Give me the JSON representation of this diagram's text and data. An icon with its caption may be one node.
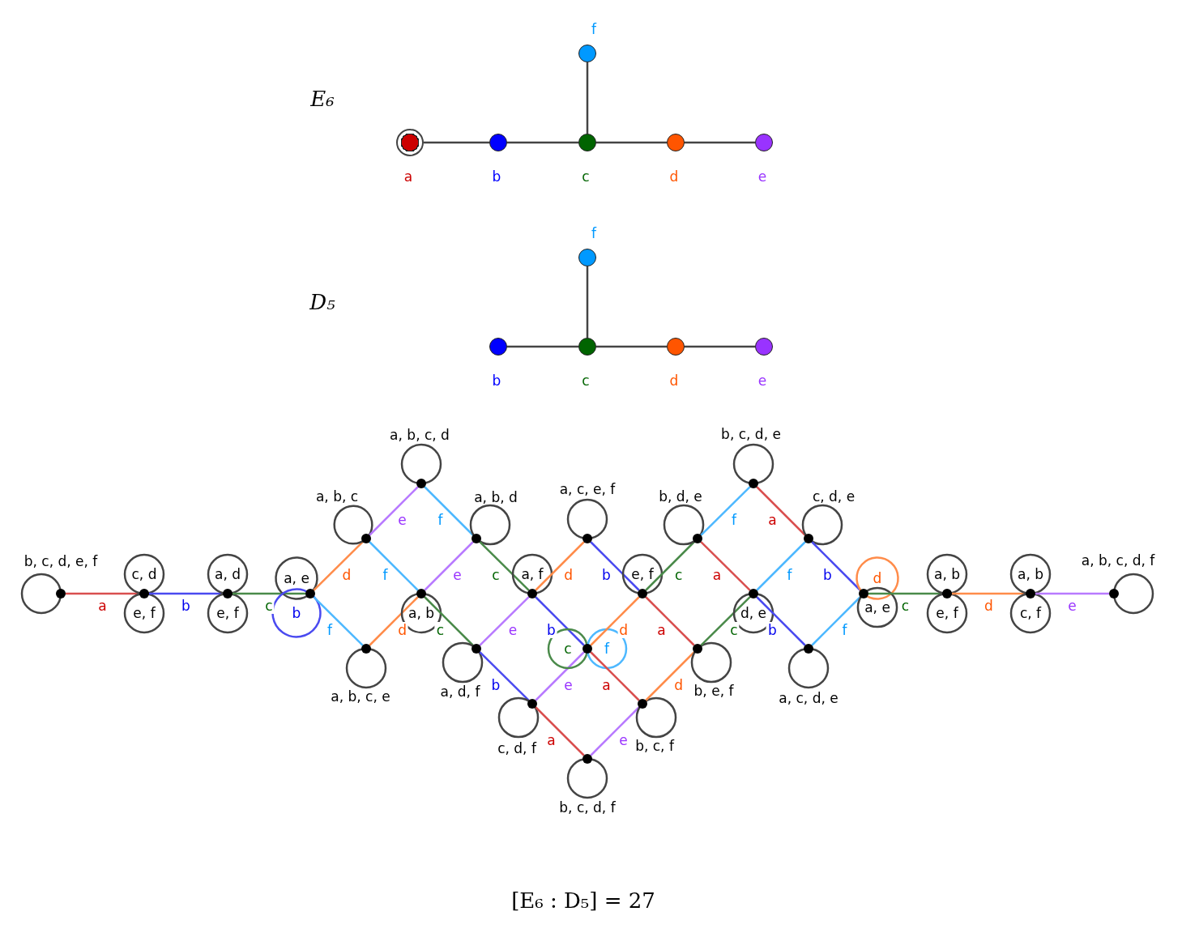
{
  "diagram": {
    "caption": "[E₆ : D₅] = 27",
    "nodes": [
      {
        "text": [],
        "shape": "circle",
        "beside": [
          "f"
        ]
      },
      {
        "text": [],
        "shape": "doublecircle",
        "beside": [
          "a"
        ]
      },
      {
        "text": [],
        "shape": "circle",
        "beside": [
          "b"
        ]
      },
      {
        "text": [],
        "shape": "circle",
        "beside": [
          "c"
        ]
      },
      {
        "text": [],
        "shape": "circle",
        "beside": [
          "d"
        ]
      },
      {
        "text": [],
        "shape": "circle",
        "beside": [
          "e"
        ]
      },
      {
        "text": [],
        "shape": "circle",
        "beside": [
          "f"
        ]
      },
      {
        "text": [],
        "shape": "circle",
        "beside": [
          "b"
        ]
      },
      {
        "text": [],
        "shape": "circle",
        "beside": [
          "c"
        ]
      },
      {
        "text": [],
        "shape": "circle",
        "beside": [
          "d"
        ]
      },
      {
        "text": [],
        "shape": "circle",
        "beside": [
          "e"
        ]
      },
      {
        "text": [],
        "shape": "dot"
      },
      {
        "text": [],
        "shape": "dot"
      },
      {
        "text": [],
        "shape": "dot"
      },
      {
        "text": [],
        "shape": "dot"
      },
      {
        "text": [],
        "shape": "dot"
      },
      {
        "text": [],
        "shape": "dot"
      },
      {
        "text": [],
        "shape": "dot"
      },
      {
        "text": [],
        "shape": "dot"
      },
      {
        "text": [],
        "shape": "dot"
      },
      {
        "text": [],
        "shape": "dot"
      },
      {
        "text": [],
        "shape": "dot"
      },
      {
        "text": [],
        "shape": "dot"
      },
      {
        "text": [],
        "shape": "dot"
      },
      {
        "text": [],
        "shape": "dot"
      },
      {
        "text": [],
        "shape": "dot"
      },
      {
        "text": [],
        "shape": "dot"
      },
      {
        "text": [],
        "shape": "dot"
      },
      {
        "text": [],
        "shape": "dot"
      },
      {
        "text": [],
        "shape": "dot"
      },
      {
        "text": [],
        "shape": "dot"
      },
      {
        "text": [],
        "shape": "dot"
      },
      {
        "text": [],
        "shape": "dot"
      },
      {
        "text": [],
        "shape": "dot"
      },
      {
        "text": [],
        "shape": "dot"
      },
      {
        "text": [],
        "shape": "dot"
      },
      {
        "text": [],
        "shape": "dot"
      },
      {
        "text": [],
        "shape": "dot"
      }
    ],
    "edges": [
      {
        "from": 1,
        "to": 2,
        "arrow": "none"
      },
      {
        "from": 2,
        "to": 3,
        "arrow": "none"
      },
      {
        "from": 3,
        "to": 4,
        "arrow": "none"
      },
      {
        "from": 4,
        "to": 5,
        "arrow": "none"
      },
      {
        "from": 3,
        "to": 0,
        "arrow": "none"
      },
      {
        "from": 7,
        "to": 8,
        "arrow": "none"
      },
      {
        "from": 8,
        "to": 9,
        "arrow": "none"
      },
      {
        "from": 9,
        "to": 10,
        "arrow": "none"
      },
      {
        "from": 8,
        "to": 6,
        "arrow": "none"
      },
      {
        "from": 11,
        "to": 11,
        "arrow": "none",
        "label": "b, c, d, e, f"
      },
      {
        "from": 11,
        "to": 12,
        "arrow": "none",
        "label": "a",
        "color": "#d94f4f"
      },
      {
        "from": 12,
        "to": 12,
        "arrow": "none",
        "label": "c, d"
      },
      {
        "from": 12,
        "to": 12,
        "arrow": "none",
        "label": "e, f"
      },
      {
        "from": 12,
        "to": 13,
        "arrow": "none",
        "label": "b",
        "color": "#4a4af0"
      },
      {
        "from": 13,
        "to": 13,
        "arrow": "none",
        "label": "a, d"
      },
      {
        "from": 13,
        "to": 13,
        "arrow": "none",
        "label": "e, f"
      },
      {
        "from": 13,
        "to": 14,
        "arrow": "none",
        "label": "c",
        "color": "#4a8a4a"
      },
      {
        "from": 14,
        "to": 14,
        "arrow": "none",
        "label": "a, e"
      },
      {
        "from": 14,
        "to": 14,
        "arrow": "none",
        "label": "b",
        "color": "#4a4af0"
      },
      {
        "from": 14,
        "to": 15,
        "arrow": "none",
        "label": "d",
        "color": "#ff8c4a"
      },
      {
        "from": 14,
        "to": 16,
        "arrow": "none",
        "label": "f",
        "color": "#4db8ff"
      },
      {
        "from": 15,
        "to": 15,
        "arrow": "none",
        "label": "a, b, c"
      },
      {
        "from": 15,
        "to": 17,
        "arrow": "none",
        "label": "e",
        "color": "#b87aff"
      },
      {
        "from": 15,
        "to": 18,
        "arrow": "none",
        "label": "f",
        "color": "#4db8ff"
      },
      {
        "from": 16,
        "to": 16,
        "arrow": "none",
        "label": "a, b, c, e"
      },
      {
        "from": 16,
        "to": 18,
        "arrow": "none",
        "label": "d",
        "color": "#ff8c4a"
      },
      {
        "from": 17,
        "to": 17,
        "arrow": "none",
        "label": "a, b, c, d"
      },
      {
        "from": 17,
        "to": 19,
        "arrow": "none",
        "label": "f",
        "color": "#4db8ff"
      },
      {
        "from": 18,
        "to": 18,
        "arrow": "none",
        "label": "a, b"
      },
      {
        "from": 18,
        "to": 19,
        "arrow": "none",
        "label": "e",
        "color": "#b87aff"
      },
      {
        "from": 18,
        "to": 20,
        "arrow": "none",
        "label": "c",
        "color": "#4a8a4a"
      },
      {
        "from": 19,
        "to": 19,
        "arrow": "none",
        "label": "a, b, d"
      },
      {
        "from": 19,
        "to": 21,
        "arrow": "none",
        "label": "c",
        "color": "#4a8a4a"
      },
      {
        "from": 20,
        "to": 20,
        "arrow": "none",
        "label": "a, d, f"
      },
      {
        "from": 20,
        "to": 21,
        "arrow": "none",
        "label": "e",
        "color": "#b87aff"
      },
      {
        "from": 20,
        "to": 22,
        "arrow": "none",
        "label": "b",
        "color": "#4a4af0"
      },
      {
        "from": 21,
        "to": 21,
        "arrow": "none",
        "label": "a, f"
      },
      {
        "from": 21,
        "to": 23,
        "arrow": "none",
        "label": "d",
        "color": "#ff8c4a"
      },
      {
        "from": 21,
        "to": 24,
        "arrow": "none",
        "label": "b",
        "color": "#4a4af0"
      },
      {
        "from": 22,
        "to": 22,
        "arrow": "none",
        "label": "c, d, f"
      },
      {
        "from": 22,
        "to": 24,
        "arrow": "none",
        "label": "e",
        "color": "#b87aff"
      },
      {
        "from": 22,
        "to": 25,
        "arrow": "none",
        "label": "a",
        "color": "#d94f4f"
      },
      {
        "from": 23,
        "to": 23,
        "arrow": "none",
        "label": "a, c, e, f"
      },
      {
        "from": 23,
        "to": 26,
        "arrow": "none",
        "label": "b",
        "color": "#4a4af0"
      },
      {
        "from": 24,
        "to": 24,
        "arrow": "none",
        "label": "c",
        "color": "#4a8a4a"
      },
      {
        "from": 24,
        "to": 24,
        "arrow": "none",
        "label": "f",
        "color": "#4db8ff"
      },
      {
        "from": 24,
        "to": 26,
        "arrow": "none",
        "label": "d",
        "color": "#ff8c4a"
      },
      {
        "from": 24,
        "to": 27,
        "arrow": "none",
        "label": "a",
        "color": "#d94f4f"
      },
      {
        "from": 25,
        "to": 25,
        "arrow": "none",
        "label": "b, c, d, f"
      },
      {
        "from": 25,
        "to": 27,
        "arrow": "none",
        "label": "e",
        "color": "#b87aff"
      },
      {
        "from": 26,
        "to": 26,
        "arrow": "none",
        "label": "e, f"
      },
      {
        "from": 26,
        "to": 28,
        "arrow": "none",
        "label": "c",
        "color": "#4a8a4a"
      },
      {
        "from": 26,
        "to": 29,
        "arrow": "none",
        "label": "a",
        "color": "#d94f4f"
      },
      {
        "from": 27,
        "to": 27,
        "arrow": "none",
        "label": "b, c, f"
      },
      {
        "from": 27,
        "to": 29,
        "arrow": "none",
        "label": "d",
        "color": "#ff8c4a"
      },
      {
        "from": 28,
        "to": 28,
        "arrow": "none",
        "label": "b, d, e"
      },
      {
        "from": 28,
        "to": 30,
        "arrow": "none",
        "label": "f",
        "color": "#4db8ff"
      },
      {
        "from": 28,
        "to": 31,
        "arrow": "none",
        "label": "a",
        "color": "#d94f4f"
      },
      {
        "from": 29,
        "to": 29,
        "arrow": "none",
        "label": "b, e, f"
      },
      {
        "from": 29,
        "to": 31,
        "arrow": "none",
        "label": "c",
        "color": "#4a8a4a"
      },
      {
        "from": 30,
        "to": 30,
        "arrow": "none",
        "label": "b, c, d, e"
      },
      {
        "from": 30,
        "to": 32,
        "arrow": "none",
        "label": "a",
        "color": "#d94f4f"
      },
      {
        "from": 31,
        "to": 31,
        "arrow": "none",
        "label": "d, e"
      },
      {
        "from": 31,
        "to": 32,
        "arrow": "none",
        "label": "f",
        "color": "#4db8ff"
      },
      {
        "from": 31,
        "to": 33,
        "arrow": "none",
        "label": "b",
        "color": "#4a4af0"
      },
      {
        "from": 32,
        "to": 32,
        "arrow": "none",
        "label": "c, d, e"
      },
      {
        "from": 32,
        "to": 34,
        "arrow": "none",
        "label": "b",
        "color": "#4a4af0"
      },
      {
        "from": 33,
        "to": 33,
        "arrow": "none",
        "label": "a, c, d, e"
      },
      {
        "from": 33,
        "to": 34,
        "arrow": "none",
        "label": "f",
        "color": "#4db8ff"
      },
      {
        "from": 34,
        "to": 34,
        "arrow": "none",
        "label": "d",
        "color": "#ff8c4a"
      },
      {
        "from": 34,
        "to": 34,
        "arrow": "none",
        "label": "a, e"
      },
      {
        "from": 34,
        "to": 35,
        "arrow": "none",
        "label": "c",
        "color": "#4a8a4a"
      },
      {
        "from": 35,
        "to": 35,
        "arrow": "none",
        "label": "a, b"
      },
      {
        "from": 35,
        "to": 35,
        "arrow": "none",
        "label": "e, f"
      },
      {
        "from": 35,
        "to": 36,
        "arrow": "none",
        "label": "d",
        "color": "#ff8c4a"
      },
      {
        "from": 36,
        "to": 36,
        "arrow": "none",
        "label": "a, b"
      },
      {
        "from": 36,
        "to": 36,
        "arrow": "none",
        "label": "c, f"
      },
      {
        "from": 36,
        "to": 37,
        "arrow": "none",
        "label": "e",
        "color": "#b87aff"
      },
      {
        "from": 37,
        "to": 37,
        "arrow": "none",
        "label": "a, b, c, d, f"
      }
    ],
    "labels": [
      "E₆",
      "D₅"
    ]
  }
}
